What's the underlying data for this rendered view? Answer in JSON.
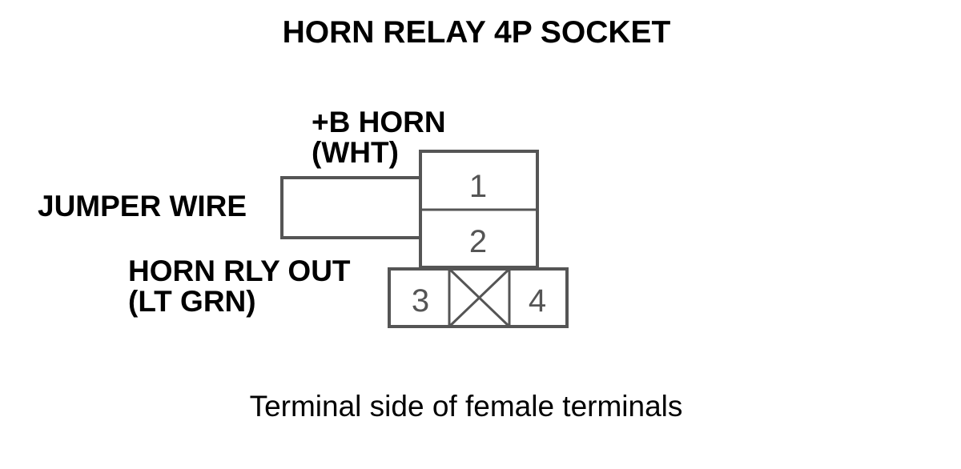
{
  "title": "HORN RELAY 4P SOCKET",
  "labels": {
    "b_horn_line1": "+B HORN",
    "b_horn_line2": "(WHT)",
    "jumper_wire": "JUMPER WIRE",
    "horn_rly_out_line1": "HORN RLY OUT",
    "horn_rly_out_line2": "(LT GRN)"
  },
  "caption": "Terminal side of female terminals",
  "terminals": {
    "t1": "1",
    "t2": "2",
    "t3": "3",
    "t4": "4"
  },
  "colors": {
    "outline": "#555555",
    "text": "#000000"
  }
}
